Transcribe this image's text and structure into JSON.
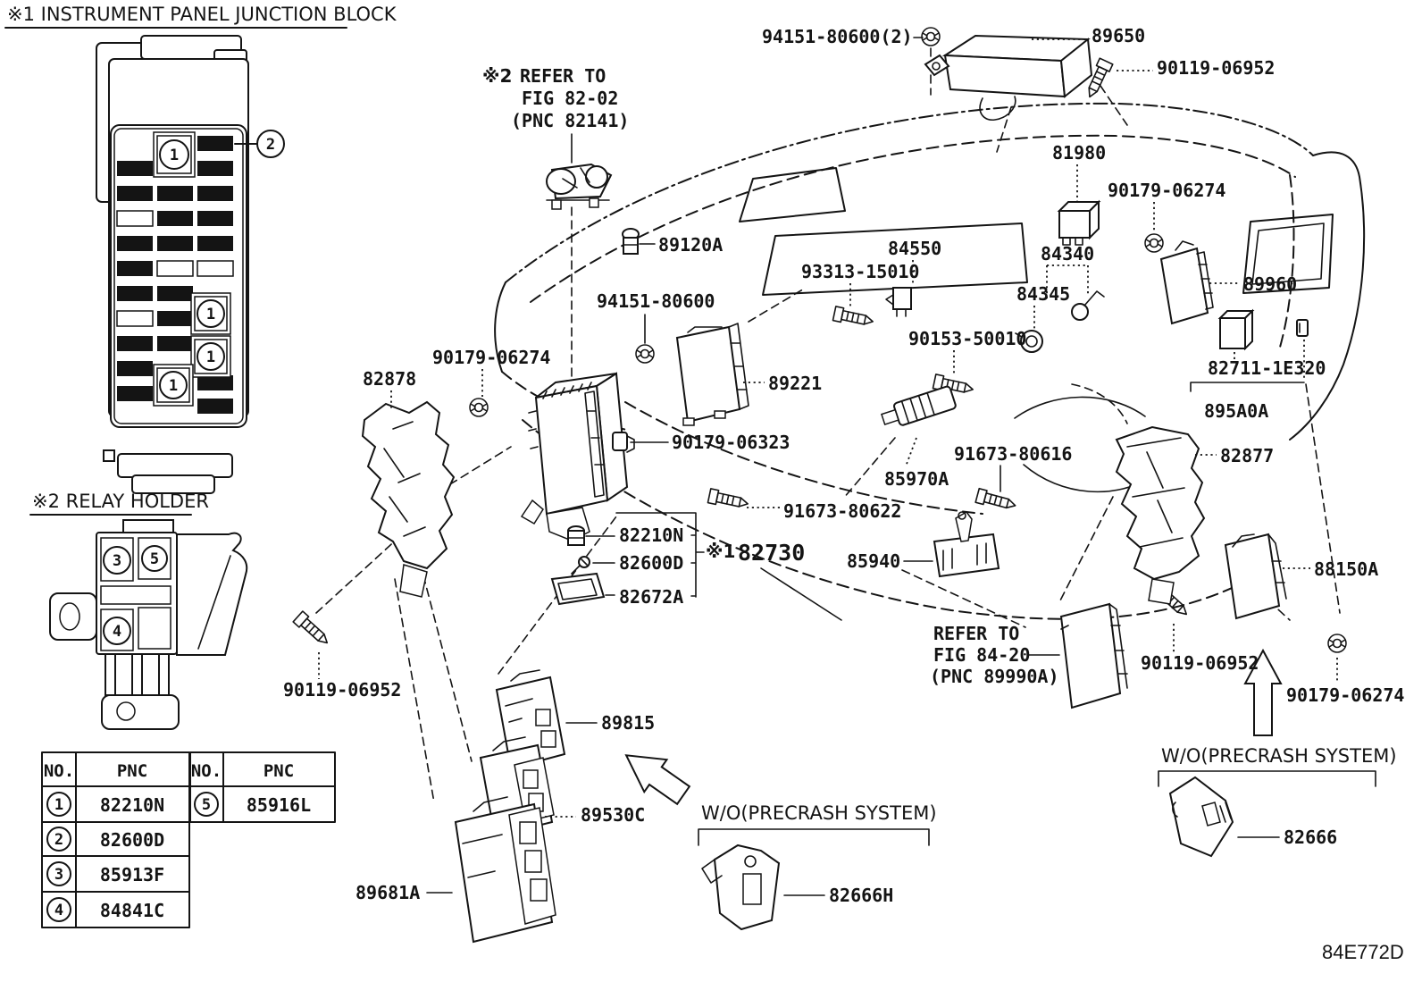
{
  "titles": {
    "junction_block": "※1 INSTRUMENT PANEL JUNCTION BLOCK",
    "relay_holder": "※2 RELAY HOLDER"
  },
  "notes": {
    "refer_fig_82": {
      "mark": "※2",
      "line1": "REFER TO",
      "line2": "FIG 82-02",
      "line3": "(PNC 82141)"
    },
    "refer_fig_84": {
      "line1": "REFER TO",
      "line2": "FIG 84-20",
      "line3": "(PNC 89990A)"
    },
    "wo_precrash_center": "W/O(PRECRASH SYSTEM)",
    "wo_precrash_right": "W/O(PRECRASH SYSTEM)"
  },
  "parts": {
    "p94151_80600_2": "94151-80600(2)",
    "p89650": "89650",
    "p90119_06952": "90119-06952",
    "p81980": "81980",
    "p90179_06274": "90179-06274",
    "p89960": "89960",
    "p84550": "84550",
    "p93313_15010": "93313-15010",
    "p84340": "84340",
    "p84345": "84345",
    "p89120A": "89120A",
    "p94151_80600": "94151-80600",
    "p90153_50010": "90153-50010",
    "p82711_1E320": "82711-1E320",
    "p895A0A": "895A0A",
    "p89221": "89221",
    "p82878": "82878",
    "p90179_06323": "90179-06323",
    "p91673_80616": "91673-80616",
    "p82877": "82877",
    "p85970A": "85970A",
    "p91673_80622": "91673-80622",
    "p82210N": "82210N",
    "p82600D": "82600D",
    "p82730_mark": "※1",
    "p82730": "82730",
    "p82672A": "82672A",
    "p85940": "85940",
    "p88150A": "88150A",
    "p89815": "89815",
    "p89530C": "89530C",
    "p89681A": "89681A",
    "p82666H": "82666H",
    "p82666": "82666"
  },
  "callout_numbers": {
    "n1": "1",
    "n2": "2",
    "n3": "3",
    "n4": "4",
    "n5": "5"
  },
  "table": {
    "headers": {
      "no_left": "NO.",
      "pnc_left": "PNC",
      "no_right": "NO.",
      "pnc_right": "PNC"
    },
    "rows_left": [
      {
        "no": "1",
        "pnc": "82210N"
      },
      {
        "no": "2",
        "pnc": "82600D"
      },
      {
        "no": "3",
        "pnc": "85913F"
      },
      {
        "no": "4",
        "pnc": "84841C"
      }
    ],
    "rows_right": [
      {
        "no": "5",
        "pnc": "85916L"
      }
    ]
  },
  "footer": {
    "diagram_code": "84E772D"
  }
}
